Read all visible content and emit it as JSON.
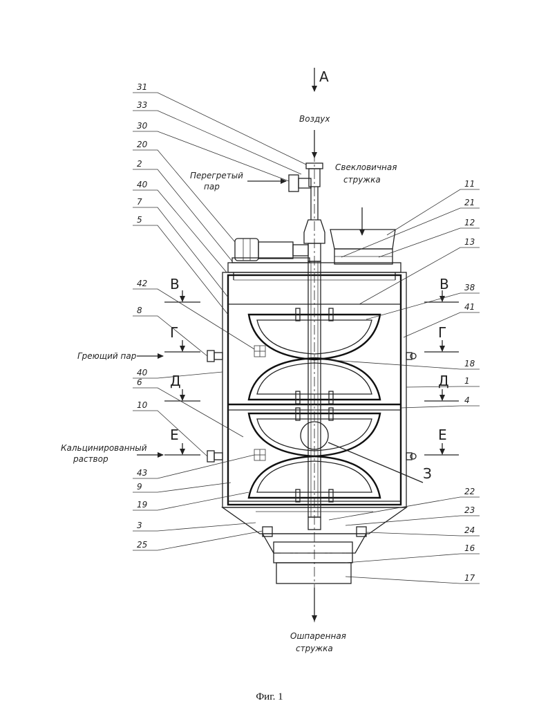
{
  "figure": {
    "caption": "Фиг. 1",
    "view_letter": "А",
    "flows": {
      "air": "Воздух",
      "superheated_steam_line1": "Перегретый",
      "superheated_steam_line2": "пар",
      "beet_chips_line1": "Свекловичная",
      "beet_chips_line2": "стружка",
      "heating_steam": "Греющий пар",
      "calcined_solution_line1": "Кальцинированный",
      "calcined_solution_line2": "раствор",
      "scalded_chips_line1": "Ошпаренная",
      "scalded_chips_line2": "стружка"
    },
    "sections": {
      "v_left": "В",
      "v_right": "В",
      "g_left": "Г",
      "g_right": "Г",
      "d_left": "Д",
      "d_right": "Д",
      "e_left": "Е",
      "e_right": "Е",
      "z": "З"
    },
    "left_refs": [
      "31",
      "33",
      "30",
      "20",
      "2",
      "40",
      "7",
      "5",
      "42",
      "8",
      "40",
      "6",
      "10",
      "43",
      "9",
      "19",
      "3",
      "25"
    ],
    "right_refs": [
      "11",
      "21",
      "12",
      "13",
      "38",
      "41",
      "18",
      "1",
      "4",
      "22",
      "23",
      "24",
      "16",
      "17"
    ]
  }
}
